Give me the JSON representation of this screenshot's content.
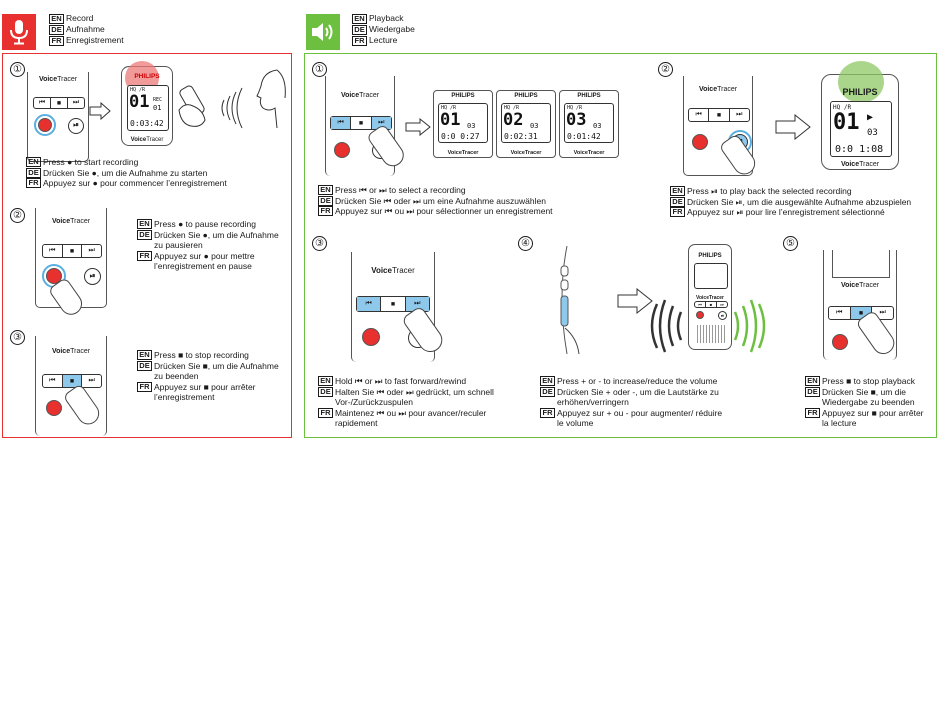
{
  "record_header": {
    "icon": "microphone-icon",
    "color": "#e8302f",
    "labels": [
      {
        "lang": "EN",
        "text": "Record"
      },
      {
        "lang": "DE",
        "text": "Aufnahme"
      },
      {
        "lang": "FR",
        "text": "Enregistrement"
      }
    ]
  },
  "playback_header": {
    "icon": "speaker-icon",
    "color": "#6cbf3f",
    "labels": [
      {
        "lang": "EN",
        "text": "Playback"
      },
      {
        "lang": "DE",
        "text": "Wiedergabe"
      },
      {
        "lang": "FR",
        "text": "Lecture"
      }
    ]
  },
  "device": {
    "brand_bold": "Voice",
    "brand_rest": "Tracer",
    "logo": "PHILIPS",
    "mode_label": "HQ /R"
  },
  "record_steps": [
    {
      "number": "①",
      "screen": {
        "big": "01",
        "sub": "01",
        "tag": "REC",
        "time": "0:03:42"
      },
      "instructions": [
        {
          "lang": "EN",
          "text": "Press ● to start recording"
        },
        {
          "lang": "DE",
          "text": "Drücken Sie ●, um die Aufnahme zu starten"
        },
        {
          "lang": "FR",
          "text": "Appuyez sur ● pour commencer l’enregistrement"
        }
      ]
    },
    {
      "number": "②",
      "instructions": [
        {
          "lang": "EN",
          "text": "Press ● to pause recording"
        },
        {
          "lang": "DE",
          "text": "Drücken Sie ●, um die Aufnahme zu pausieren"
        },
        {
          "lang": "FR",
          "text": "Appuyez sur ● pour mettre l’enregistrement en pause"
        }
      ]
    },
    {
      "number": "③",
      "instructions": [
        {
          "lang": "EN",
          "text": "Press ■ to stop recording"
        },
        {
          "lang": "DE",
          "text": "Drücken Sie ■, um die Aufnahme zu beenden"
        },
        {
          "lang": "FR",
          "text": "Appuyez sur ■ pour arrêter l’enregistrement"
        }
      ]
    }
  ],
  "playback_steps": [
    {
      "number": "①",
      "screens": [
        {
          "big": "01",
          "sub": "03",
          "time": "0:0 0:27"
        },
        {
          "big": "02",
          "sub": "03",
          "time": "0:02:31"
        },
        {
          "big": "03",
          "sub": "03",
          "time": "0:01:42"
        }
      ],
      "instructions": [
        {
          "lang": "EN",
          "text": "Press ⏮ or ⏭ to select a recording"
        },
        {
          "lang": "DE",
          "text": "Drücken Sie ⏮ oder ⏭ um eine Aufnahme auszuwählen"
        },
        {
          "lang": "FR",
          "text": "Appuyez sur ⏮ ou ⏭ pour sélectionner un enregistrement"
        }
      ]
    },
    {
      "number": "②",
      "screen": {
        "big": "01",
        "sub": "03",
        "time": "0:0 1:08"
      },
      "instructions": [
        {
          "lang": "EN",
          "text": "Press ⏯ to play back the selected recording"
        },
        {
          "lang": "DE",
          "text": "Drücken Sie ⏯, um die ausgewählte Aufnahme abzuspielen"
        },
        {
          "lang": "FR",
          "text": "Appuyez sur ⏯ pour lire l’enregistrement sélectionné"
        }
      ]
    },
    {
      "number": "③",
      "instructions": [
        {
          "lang": "EN",
          "text": "Hold ⏮ or ⏭ to fast forward/rewind"
        },
        {
          "lang": "DE",
          "text": "Halten Sie ⏮ oder ⏭ gedrückt, um schnell Vor-/Zurückzuspulen"
        },
        {
          "lang": "FR",
          "text": "Maintenez ⏮ ou ⏭ pour avancer/reculer rapidement"
        }
      ]
    },
    {
      "number": "④",
      "instructions": [
        {
          "lang": "EN",
          "text": "Press + or - to increase/reduce the volume"
        },
        {
          "lang": "DE",
          "text": "Drücken Sie + oder -, um die Lautstärke zu erhöhen/verringern"
        },
        {
          "lang": "FR",
          "text": "Appuyez sur + ou - pour augmenter/ réduire le volume"
        }
      ]
    },
    {
      "number": "⑤",
      "instructions": [
        {
          "lang": "EN",
          "text": "Press ■ to stop playback"
        },
        {
          "lang": "DE",
          "text": "Drücken Sie ■, um die Wiedergabe zu beenden"
        },
        {
          "lang": "FR",
          "text": "Appuyez sur ■ pour arrêter la lecture"
        }
      ]
    }
  ]
}
